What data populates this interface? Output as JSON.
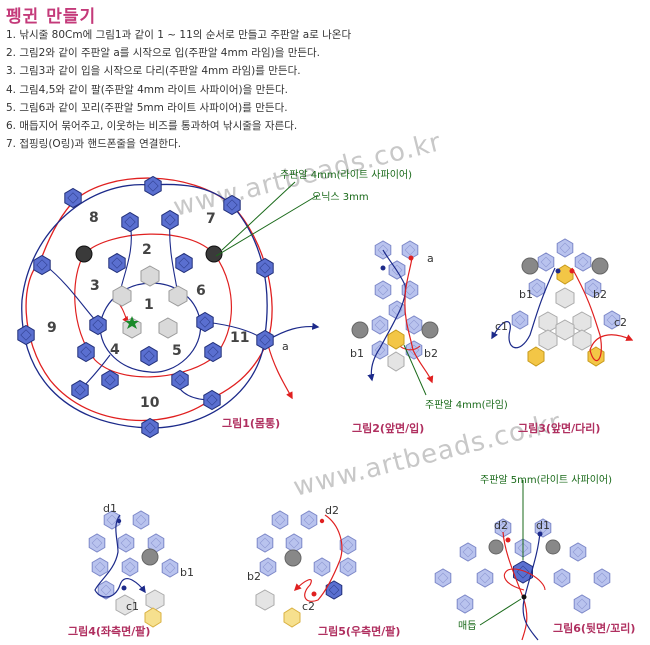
{
  "title": "펭귄 만들기",
  "steps": [
    "1. 낚시줄 80Cm에 그림1과 같이 1 ~ 11의 순서로 만들고 주판알 a로 나온다",
    "2. 그림2와 같이 주판알 a를 시작으로 입(주판알 4mm 라임)을 만든다.",
    "3. 그림3과 같이 입을 시작으로 다리(주판알 4mm 라임)를 만든다.",
    "4. 그림4,5와 같이 팔(주판알 4mm 라이트 사파이어)을 만든다.",
    "5. 그림6과 같이 꼬리(주판알 5mm 라이트 사파이어)를 만든다.",
    "6. 매듭지어 묶어주고, 이웃하는 비즈를 통과하여 낚시줄을 자른다.",
    "7. 접핑링(O링)과 핸드폰줄을 연결한다."
  ],
  "watermark": "www.artbeads.co.kr",
  "fig1": {
    "caption": "그림1(몸통)",
    "numbers": [
      "1",
      "2",
      "3",
      "4",
      "5",
      "6",
      "7",
      "8",
      "9",
      "10",
      "11"
    ],
    "label_a": "a",
    "ann_sapphire": "주판알 4mm(라이트 사파이어)",
    "ann_onyx": "오닉스 3mm"
  },
  "fig2": {
    "caption": "그림2(앞면/입)",
    "label_a": "a",
    "label_b1": "b1",
    "label_b2": "b2",
    "ann_lime": "주판알 4mm(라임)"
  },
  "fig3": {
    "caption": "그림3(앞면/다리)",
    "label_b1": "b1",
    "label_b2": "b2",
    "label_c1": "c1",
    "label_c2": "c2"
  },
  "fig4": {
    "caption": "그림4(좌측면/팔)",
    "label_d1": "d1",
    "label_b1": "b1",
    "label_c1": "c1"
  },
  "fig5": {
    "caption": "그림5(우측면/팔)",
    "label_d2": "d2",
    "label_b2": "b2",
    "label_c2": "c2"
  },
  "fig6": {
    "caption": "그림6(뒷면/꼬리)",
    "label_d1": "d1",
    "label_d2": "d2",
    "ann_tail": "주판알 5mm(라이트 사파이어)",
    "knot": "매듭"
  },
  "colors": {
    "sapphire": "#5a6fd0",
    "light_sapphire": "#b9c3ee",
    "lime": "#f3c646",
    "onyx": "#444444",
    "crystal": "#d9d9d9",
    "red_line": "#e02020",
    "blue_line": "#1c2a8a",
    "annotation": "#1a6a1a",
    "caption": "#b03060"
  }
}
